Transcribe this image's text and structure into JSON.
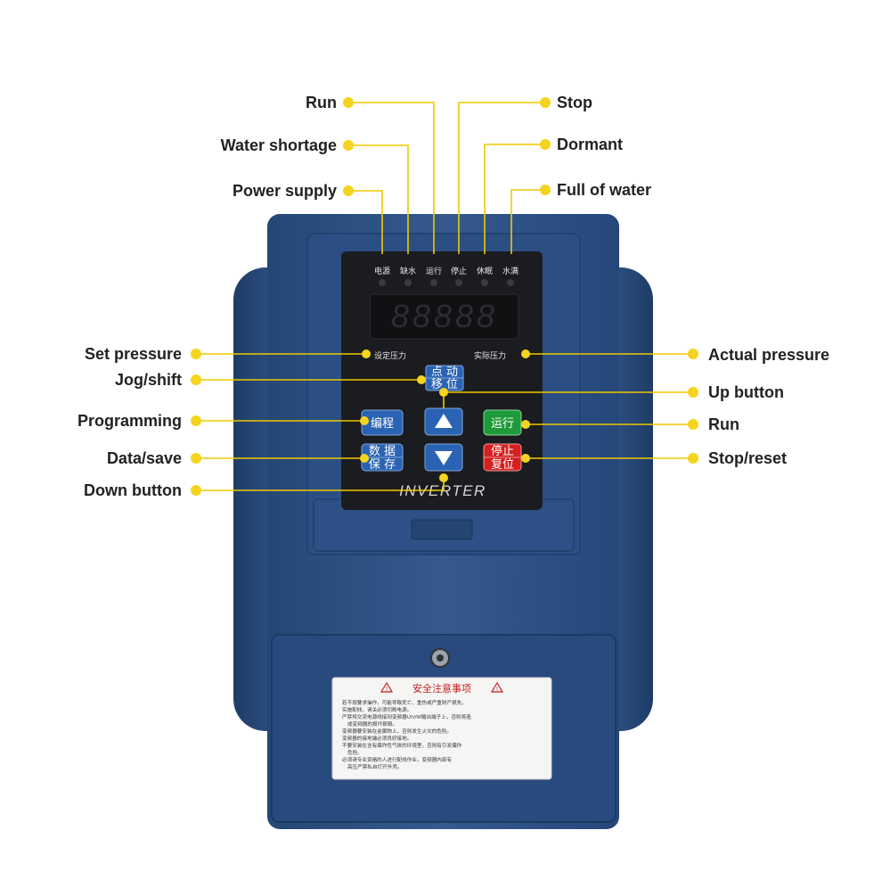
{
  "callouts_left": {
    "run": "Run",
    "water_shortage": "Water shortage",
    "power_supply": "Power supply",
    "set_pressure": "Set pressure",
    "jog_shift": "Jog/shift",
    "programming": "Programming",
    "data_save": "Data/save",
    "down_button": "Down button"
  },
  "callouts_right": {
    "stop": "Stop",
    "dormant": "Dormant",
    "full_of_water": "Full of water",
    "actual_pressure": "Actual pressure",
    "up_button": "Up button",
    "run": "Run",
    "stop_reset": "Stop/reset"
  },
  "panel": {
    "indicators": [
      "电源",
      "缺水",
      "运行",
      "停止",
      "休眠",
      "水满"
    ],
    "display": "88888",
    "set_pressure": "设定压力",
    "actual_pressure": "实际压力",
    "jog_top": "点 动",
    "jog_bottom": "移 位",
    "program": "编程",
    "data_top": "数 据",
    "data_bottom": "保 存",
    "run": "运行",
    "stop_top": "停止",
    "stop_bottom": "复位",
    "brand": "INVERTER"
  },
  "label": {
    "title": "安全注意事项",
    "lines": [
      "若不按要求操作，可能导致死亡、重伤或严重财产损失。",
      "实施配线，请关必须切断电源。",
      "严禁将交流电源线接到变频器U/V/W输出端子上，否则将造",
      "成变频器的损坏损毁。",
      "变频器要安装在金属物上，否则发生火灾的危险。",
      "变频器的接地端必须良好接地。",
      "不要安装在含有爆炸性气体的环境里，否则有引发爆炸",
      "危险。",
      "必须请专业资格的人进行配线作业，变频器内部有",
      "高压严禁私自打开外壳。"
    ]
  },
  "colors": {
    "housing": "#2f5489",
    "housing_dark": "#213f6a",
    "panel": "#1b1c1f",
    "dot": "#f5d41f",
    "line": "#f0c800",
    "run_button": "#1f9a3a",
    "stop_button": "#d42020",
    "nav_button": "#2a63b3"
  }
}
